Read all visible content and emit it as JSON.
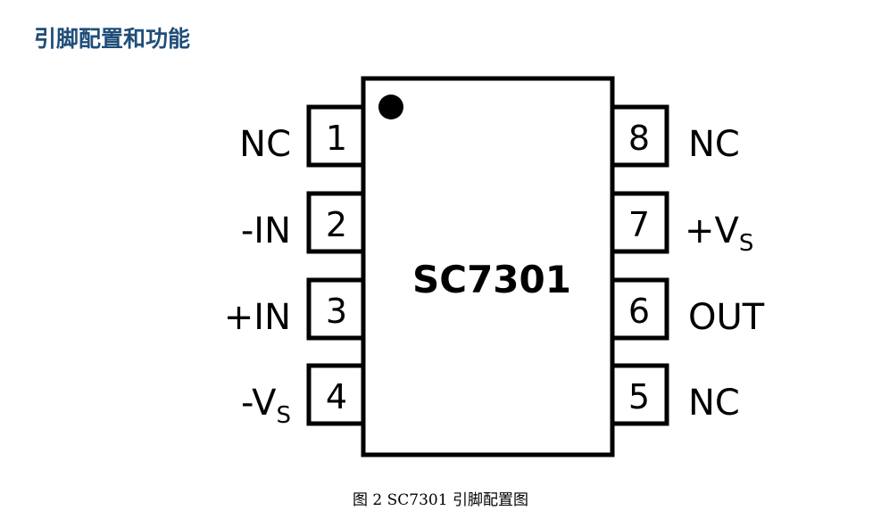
{
  "heading": "引脚配置和功能",
  "chip": {
    "name": "SC7301"
  },
  "pins": [
    {
      "number": "1",
      "label": "NC",
      "sub": ""
    },
    {
      "number": "2",
      "label": "-IN",
      "sub": ""
    },
    {
      "number": "3",
      "label": "+IN",
      "sub": ""
    },
    {
      "number": "4",
      "label": "-V",
      "sub": "S"
    },
    {
      "number": "5",
      "label": "NC",
      "sub": ""
    },
    {
      "number": "6",
      "label": "OUT",
      "sub": ""
    },
    {
      "number": "7",
      "label": "+V",
      "sub": "S"
    },
    {
      "number": "8",
      "label": "NC",
      "sub": ""
    }
  ],
  "caption": "图 2 SC7301 引脚配置图"
}
